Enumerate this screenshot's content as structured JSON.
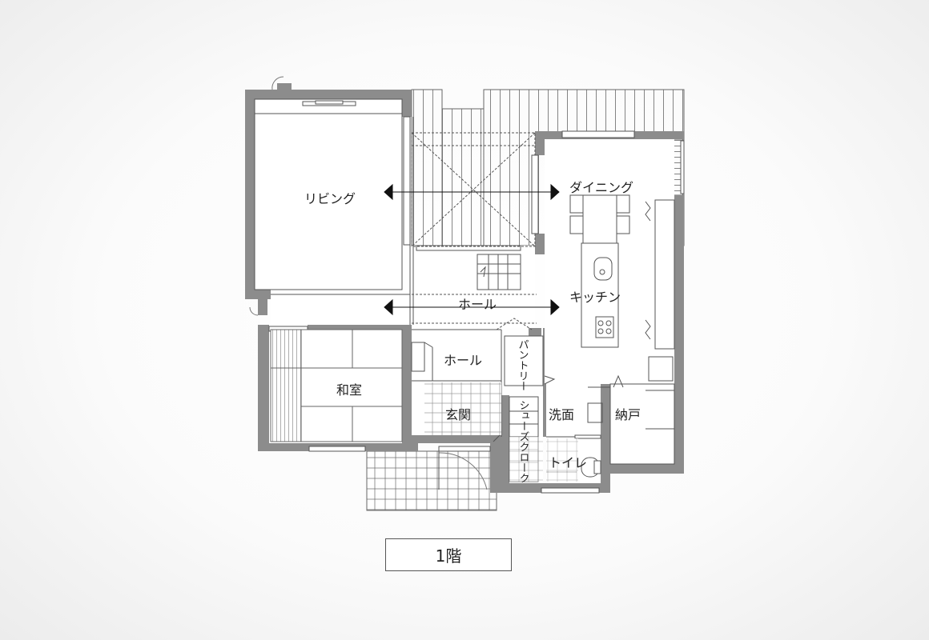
{
  "floor_label": "1階",
  "rooms": {
    "living": "リビング",
    "dining": "ダイニング",
    "kitchen": "キッチン",
    "hall_upper": "ホール",
    "hall_lower": "ホール",
    "washitsu": "和室",
    "genkan": "玄関",
    "pantry": "パントリー",
    "shoes_cloak": "シューズクローク",
    "senmen": "洗面",
    "toilet": "トイレ",
    "nando": "納戸"
  },
  "colors": {
    "wall": "#8c8c8c",
    "line": "#555555",
    "fill": "#ffffff"
  }
}
